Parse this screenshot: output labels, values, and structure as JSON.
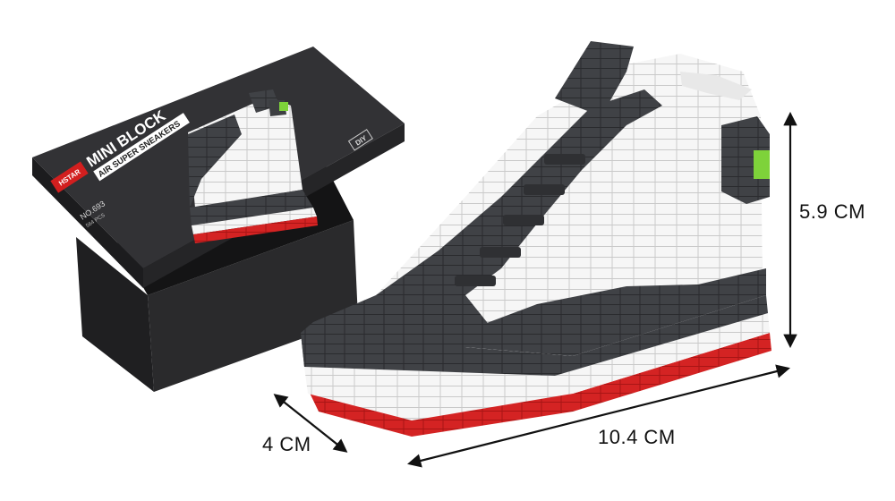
{
  "box_lid": {
    "brand_badge": "HSTAR",
    "title": "MINI BLOCK",
    "subtitle": "AIR SUPER SNEAKERS",
    "model_number": "NO.693",
    "piece_count": "564 PCS",
    "diy_tag": "DIY"
  },
  "dimensions": {
    "height": "5.9 CM",
    "length": "10.4 CM",
    "depth": "4 CM"
  },
  "colors": {
    "box": "#2c2c2e",
    "brick_dark": "#3d3f42",
    "brick_white": "#f4f4f4",
    "brick_red": "#d21f1f",
    "accent_green": "#7ed23a"
  }
}
